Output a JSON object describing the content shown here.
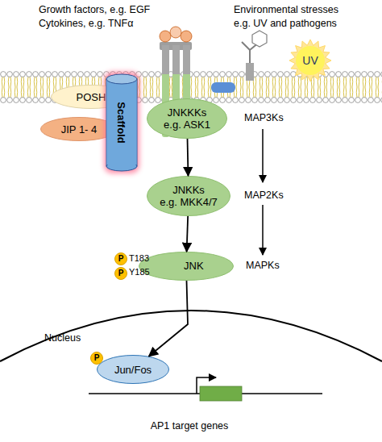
{
  "diagram": {
    "nodes": [
      {
        "text": [
          "UV"
        ]
      },
      {
        "text": [
          "POSH"
        ]
      },
      {
        "text": [
          "Scaffold"
        ]
      },
      {
        "text": [
          "JNKKKs",
          "e.g. ASK1"
        ]
      },
      {
        "text": [
          "JIP 1- 4"
        ]
      },
      {
        "text": [
          "JNKKs",
          "e.g. MKK4/7"
        ]
      },
      {
        "text": [
          "P"
        ]
      },
      {
        "text": [
          "P"
        ]
      },
      {
        "text": [
          "T183",
          "Y185",
          "JNK"
        ]
      },
      {
        "text": [
          "P"
        ]
      },
      {
        "text": [
          "Jun/Fos"
        ]
      }
    ],
    "edges": [
      {
        "from": 3,
        "to": 5,
        "arrow": "to"
      },
      {
        "from": 5,
        "to": 8,
        "arrow": "to"
      },
      {
        "from": 8,
        "to": 10,
        "arrow": "to"
      }
    ],
    "labels": [
      "Growth factors, e.g. EGF",
      "Cytokines, e.g. TNFα",
      "Environmental stresses",
      "e.g. UV and pathogens",
      "MAP3Ks",
      "MAP2Ks",
      "MAPKs",
      "Nucleus",
      "AP1 target genes"
    ]
  }
}
